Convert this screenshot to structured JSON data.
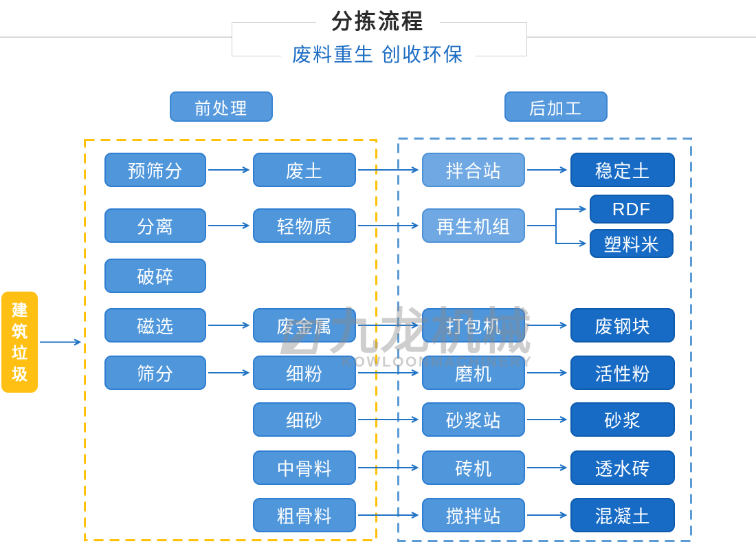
{
  "title": {
    "main": "分拣流程",
    "subtitle": "废料重生 创收环保"
  },
  "section_labels": {
    "pre": "前处理",
    "post": "后加工"
  },
  "watermark": {
    "logo_icon": "kowloon-logo",
    "cn": "九龙机械",
    "en": "KOWLOONMACHINERY"
  },
  "colors": {
    "node_medium_blue": "#4F96DB",
    "node_light_blue": "#6FA8E2",
    "node_dark_blue": "#176BC5",
    "source_yellow": "#FFC013",
    "dash_yellow": "#FFC107",
    "dash_blue": "#5B9BD5",
    "arrow_blue": "#2173C4",
    "subtitle_blue": "#1B6CC2",
    "title_gray": "#2B2B2B"
  },
  "flow": {
    "nodes": [
      {
        "id": "construction-waste",
        "label": "建筑垃圾",
        "col": "src",
        "row": "src",
        "variant": "y"
      },
      {
        "id": "pre-screening",
        "label": "预筛分",
        "col": "c1",
        "row": "r1",
        "variant": "m"
      },
      {
        "id": "separation",
        "label": "分离",
        "col": "c1",
        "row": "r2",
        "variant": "m"
      },
      {
        "id": "crushing",
        "label": "破碎",
        "col": "c1",
        "row": "r3",
        "variant": "m"
      },
      {
        "id": "magnetic-separation",
        "label": "磁选",
        "col": "c1",
        "row": "r4",
        "variant": "m"
      },
      {
        "id": "screening",
        "label": "筛分",
        "col": "c1",
        "row": "r5",
        "variant": "m"
      },
      {
        "id": "waste-soil",
        "label": "废土",
        "col": "c2",
        "row": "r1",
        "variant": "m"
      },
      {
        "id": "light-material",
        "label": "轻物质",
        "col": "c2",
        "row": "r2",
        "variant": "m"
      },
      {
        "id": "waste-metal",
        "label": "废金属",
        "col": "c2",
        "row": "r4",
        "variant": "m"
      },
      {
        "id": "fine-powder",
        "label": "细粉",
        "col": "c2",
        "row": "r5",
        "variant": "m"
      },
      {
        "id": "fine-sand",
        "label": "细砂",
        "col": "c2",
        "row": "r6",
        "variant": "m"
      },
      {
        "id": "medium-aggregate",
        "label": "中骨料",
        "col": "c2",
        "row": "r7",
        "variant": "m"
      },
      {
        "id": "coarse-aggregate",
        "label": "粗骨料",
        "col": "c2",
        "row": "r8",
        "variant": "m"
      },
      {
        "id": "mixing-station",
        "label": "拌合站",
        "col": "c3",
        "row": "r1",
        "variant": "l"
      },
      {
        "id": "regeneration-unit",
        "label": "再生机组",
        "col": "c3",
        "row": "r2",
        "variant": "l"
      },
      {
        "id": "baler",
        "label": "打包机",
        "col": "c3",
        "row": "r4",
        "variant": "m"
      },
      {
        "id": "mill",
        "label": "磨机",
        "col": "c3",
        "row": "r5",
        "variant": "m"
      },
      {
        "id": "mortar-station",
        "label": "砂浆站",
        "col": "c3",
        "row": "r6",
        "variant": "m"
      },
      {
        "id": "brick-machine",
        "label": "砖机",
        "col": "c3",
        "row": "r7",
        "variant": "m"
      },
      {
        "id": "agitating-station",
        "label": "搅拌站",
        "col": "c3",
        "row": "r8",
        "variant": "m"
      },
      {
        "id": "stabilized-soil",
        "label": "稳定土",
        "col": "c4",
        "row": "r1",
        "variant": "d"
      },
      {
        "id": "rdf",
        "label": "RDF",
        "col": "c4s",
        "row": "s1",
        "variant": "d"
      },
      {
        "id": "plastic-pellets",
        "label": "塑料米",
        "col": "c4s",
        "row": "s2",
        "variant": "d"
      },
      {
        "id": "waste-steel",
        "label": "废钢块",
        "col": "c4",
        "row": "r4",
        "variant": "d"
      },
      {
        "id": "active-powder",
        "label": "活性粉",
        "col": "c4",
        "row": "r5",
        "variant": "d"
      },
      {
        "id": "mortar",
        "label": "砂浆",
        "col": "c4",
        "row": "r6",
        "variant": "d"
      },
      {
        "id": "permeable-brick",
        "label": "透水砖",
        "col": "c4",
        "row": "r7",
        "variant": "d"
      },
      {
        "id": "concrete",
        "label": "混凝土",
        "col": "c4",
        "row": "r8",
        "variant": "d"
      }
    ],
    "edges": [
      {
        "from": "construction-waste",
        "to": "pre-region"
      },
      {
        "from": "pre-screening",
        "to": "waste-soil"
      },
      {
        "from": "waste-soil",
        "to": "mixing-station"
      },
      {
        "from": "mixing-station",
        "to": "stabilized-soil"
      },
      {
        "from": "separation",
        "to": "light-material"
      },
      {
        "from": "light-material",
        "to": "regeneration-unit"
      },
      {
        "from": "regeneration-unit",
        "to": "rdf"
      },
      {
        "from": "regeneration-unit",
        "to": "plastic-pellets"
      },
      {
        "from": "magnetic-separation",
        "to": "waste-metal"
      },
      {
        "from": "waste-metal",
        "to": "baler"
      },
      {
        "from": "baler",
        "to": "waste-steel"
      },
      {
        "from": "screening",
        "to": "fine-powder"
      },
      {
        "from": "fine-powder",
        "to": "mill"
      },
      {
        "from": "mill",
        "to": "active-powder"
      },
      {
        "from": "fine-sand",
        "to": "mortar-station"
      },
      {
        "from": "mortar-station",
        "to": "mortar"
      },
      {
        "from": "medium-aggregate",
        "to": "brick-machine"
      },
      {
        "from": "brick-machine",
        "to": "permeable-brick"
      },
      {
        "from": "coarse-aggregate",
        "to": "agitating-station"
      },
      {
        "from": "agitating-station",
        "to": "concrete"
      }
    ]
  }
}
